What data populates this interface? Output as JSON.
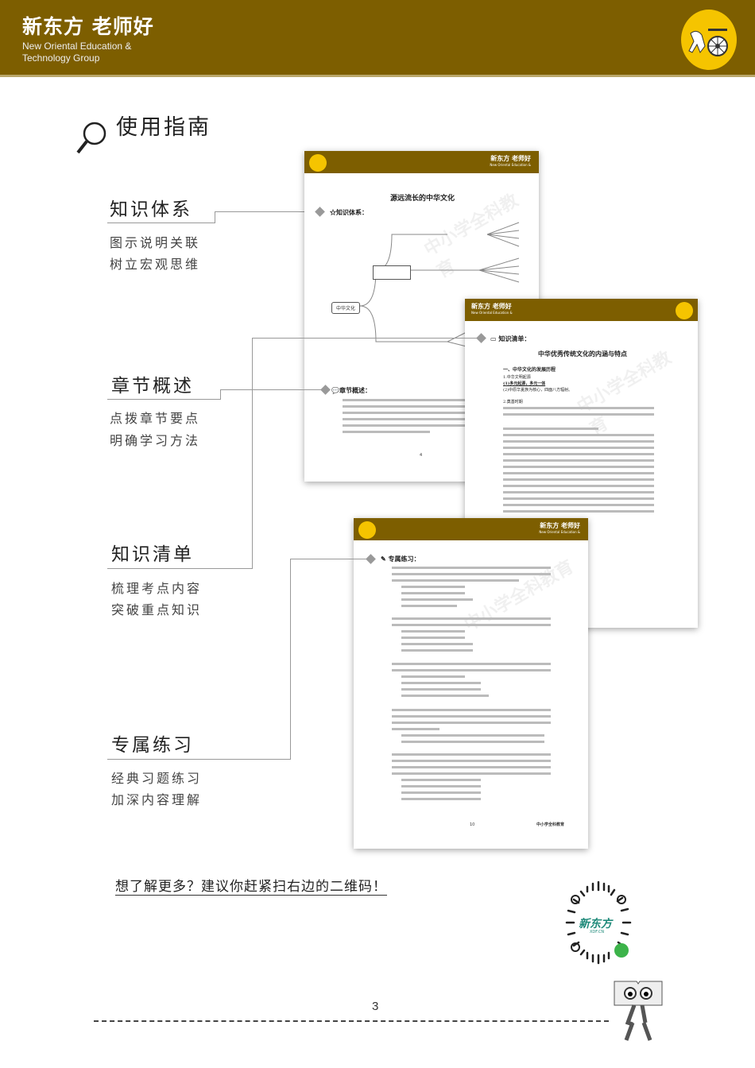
{
  "header": {
    "brand": "新东方 老师好",
    "brand_en_1": "New Oriental Education &",
    "brand_en_2": "Technology Group"
  },
  "guide_title": "使用指南",
  "sections": [
    {
      "title": "知识体系",
      "lines": [
        "图示说明关联",
        "树立宏观思维"
      ]
    },
    {
      "title": "章节概述",
      "lines": [
        "点拨章节要点",
        "明确学习方法"
      ]
    },
    {
      "title": "知识清单",
      "lines": [
        "梳理考点内容",
        "突破重点知识"
      ]
    },
    {
      "title": "专属练习",
      "lines": [
        "经典习题练习",
        "加深内容理解"
      ]
    }
  ],
  "thumbs": {
    "p1": {
      "title": "源远流长的中华文化",
      "section": "知识体系：",
      "overview": "章节概述：",
      "center": "中华文化",
      "page": "4"
    },
    "p2": {
      "section": "知识清单：",
      "title": "中华优秀传统文化的内涵与特点",
      "h1": "一、中华文化的发展历程",
      "l1": "1.中华文明起源",
      "l2": "(1)多元起源，多元一体",
      "l3": "(2)中原华夏族为核心，四面八方辐射。",
      "l4": "2.奠基时期"
    },
    "p3": {
      "section": "专属练习：",
      "page": "10",
      "footer": "中小学全科教育"
    },
    "watermark": "中小学全科教育"
  },
  "footer": {
    "prompt": "想了解更多？建议你赶紧扫右边的二维码！",
    "page_number": "3",
    "qr_brand": "新东方",
    "qr_sub": "XDF.CN"
  }
}
